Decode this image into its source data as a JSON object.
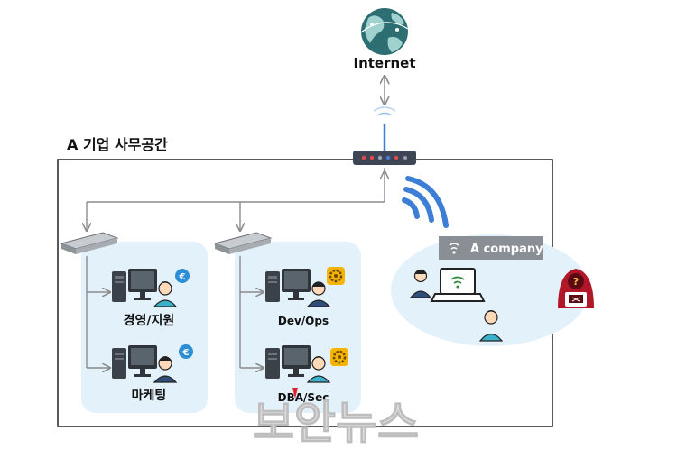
{
  "internet_label": "Internet",
  "office_title": "A 기업 사무공간",
  "departments": [
    {
      "label": "경영/지원",
      "badge": "€"
    },
    {
      "label": "마케팅",
      "badge": "€"
    },
    {
      "label": "Dev/Ops",
      "badge": "gear"
    },
    {
      "label": "DBA/Sec",
      "badge": "gear"
    }
  ],
  "wifi_network_label": "A company",
  "watermark": "보안뉴스",
  "colors": {
    "zone_fill": "#e3f1fb",
    "wifi_blue": "#3d7fd6",
    "label_bg": "#8a8f96",
    "hacker_red": "#b0182a",
    "arrow_gray": "#8c8c8c"
  },
  "icons": [
    "globe-icon",
    "router-icon",
    "switch-icon",
    "computer-icon",
    "user-icon",
    "euro-badge-icon",
    "gear-badge-icon",
    "laptop-icon",
    "hacker-icon",
    "wifi-signal-icon"
  ]
}
